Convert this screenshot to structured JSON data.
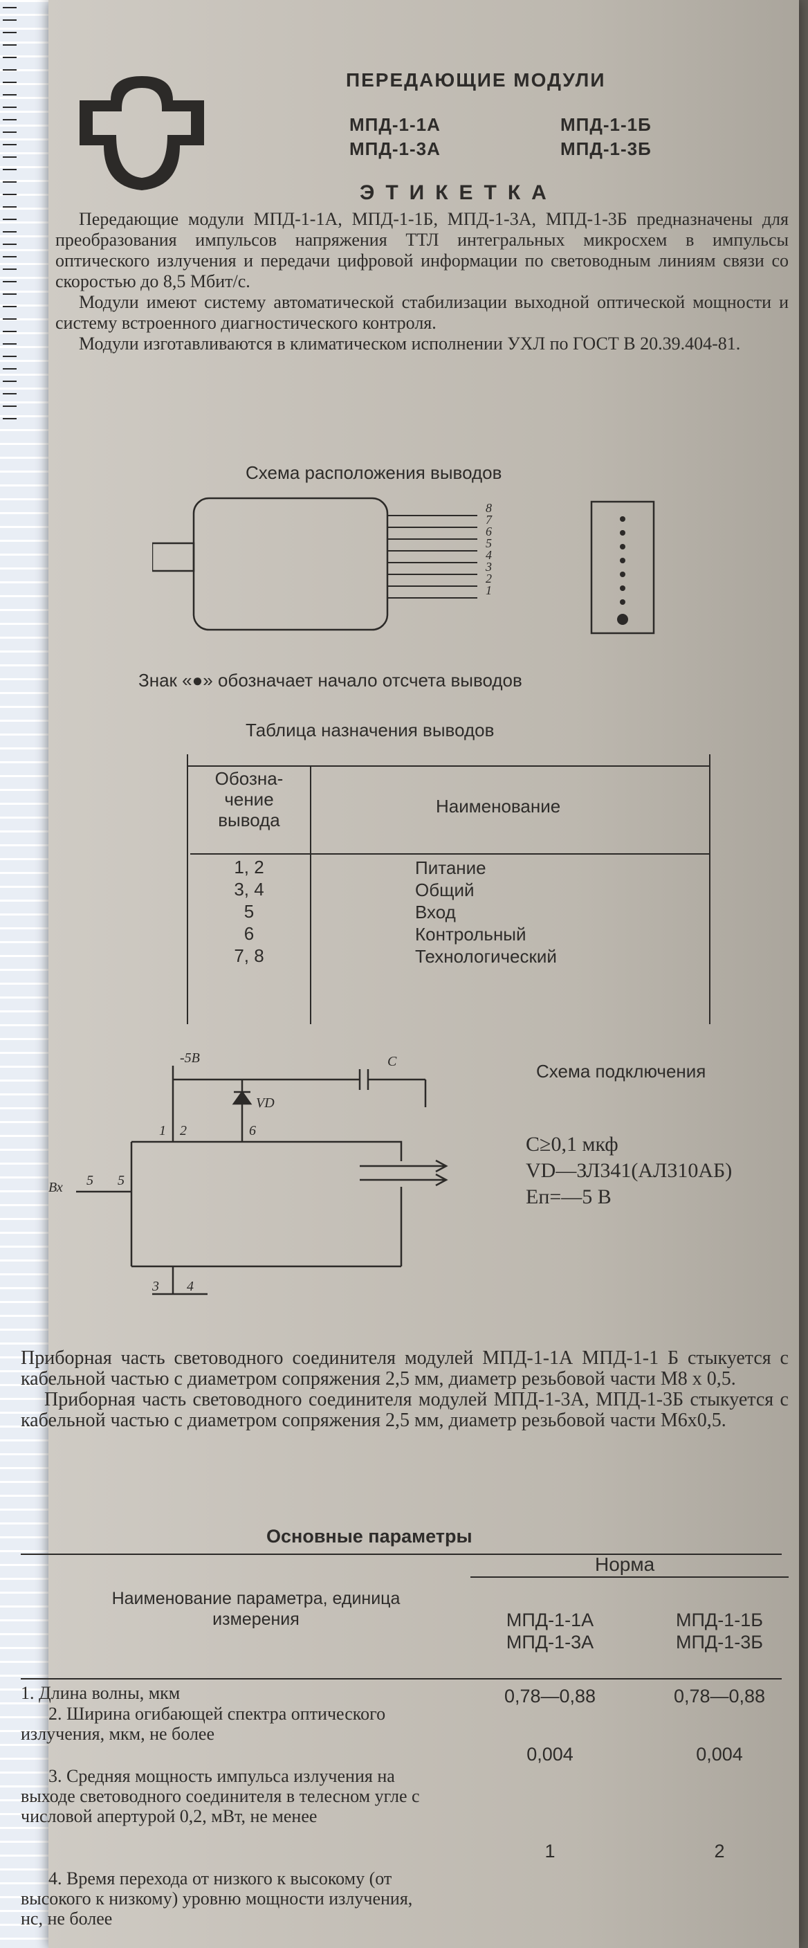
{
  "header": {
    "title": "ПЕРЕДАЮЩИЕ МОДУЛИ",
    "models": [
      "МПД-1-1А",
      "МПД-1-1Б",
      "МПД-1-3А",
      "МПД-1-3Б"
    ],
    "label_title": "ЭТИКЕТКА"
  },
  "intro": [
    "Передающие модули МПД-1-1А, МПД-1-1Б, МПД-1-3А, МПД-1-3Б предназначены для преобразования импульсов напряжения ТТЛ интегральных микросхем в импульсы оптического излучения и передачи цифровой информации по световодным линиям связи со скоростью до 8,5 Мбит/с.",
    "Модули имеют систему автоматической стабилизации выходной оптической мощности и систему встроенного диагностического контроля.",
    "Модули изготавливаются в климатическом исполнении УХЛ по ГОСТ В 20.39.404-81."
  ],
  "pinout": {
    "caption": "Схема расположения выводов",
    "pin_numbers": [
      "8",
      "7",
      "6",
      "5",
      "4",
      "3",
      "2",
      "1"
    ],
    "marker_note": "Знак «●» обозначает начало отсчета выводов"
  },
  "pin_table": {
    "caption": "Таблица назначения выводов",
    "header_col1": "Обозна-\nчение\nвывода",
    "header_col2": "Наименование",
    "rows": [
      {
        "pins": "1, 2",
        "name": "Питание"
      },
      {
        "pins": "3, 4",
        "name": "Общий"
      },
      {
        "pins": "5",
        "name": "Вход"
      },
      {
        "pins": "6",
        "name": "Контрольный"
      },
      {
        "pins": "7, 8",
        "name": "Технологический"
      }
    ]
  },
  "connection": {
    "caption": "Схема подключения",
    "voltage_label": "-5В",
    "cap_label": "С",
    "diode_label": "VD",
    "input_label": "Вх",
    "labels": [
      "1",
      "2",
      "6",
      "5",
      "5",
      "3",
      "4"
    ],
    "specs": [
      "С≥0,1 мкф",
      "VD—ЗЛ341(АЛ310АБ)",
      "Еп=—5 В"
    ]
  },
  "connector_text": [
    "Приборная часть световодного соединителя модулей МПД-1-1А МПД-1-1 Б стыкуется с кабельной частью с диаметром сопряжения 2,5 мм, диаметр резьбовой части М8 х 0,5.",
    "Приборная часть световодного соединителя модулей МПД-1-3А, МПД-1-3Б стыкуется с кабельной частью с диаметром сопряжения 2,5 мм, диаметр резьбовой части М6х0,5."
  ],
  "params": {
    "caption": "Основные параметры",
    "col_name": "Наименование параметра, единица измерения",
    "col_norm": "Норма",
    "col_a": "МПД-1-1А\nМПД-1-3А",
    "col_b": "МПД-1-1Б\nМПД-1-3Б",
    "rows": [
      {
        "name": "1. Длина волны, мкм",
        "a": "0,78—0,88",
        "b": "0,78—0,88"
      },
      {
        "name": "2. Ширина огибающей спектра оптического излучения, мкм, не более",
        "a": "0,004",
        "b": "0,004"
      },
      {
        "name": "3. Средняя мощность импульса излучения на выходе световодного соединителя в телесном угле с числовой апертурой 0,2, мВт, не менее",
        "a": "1",
        "b": "2"
      },
      {
        "name": "4. Время перехода от низкого к высокому (от высокого к низкому) уровню мощности излучения, нс, не более",
        "a": "",
        "b": ""
      }
    ]
  }
}
